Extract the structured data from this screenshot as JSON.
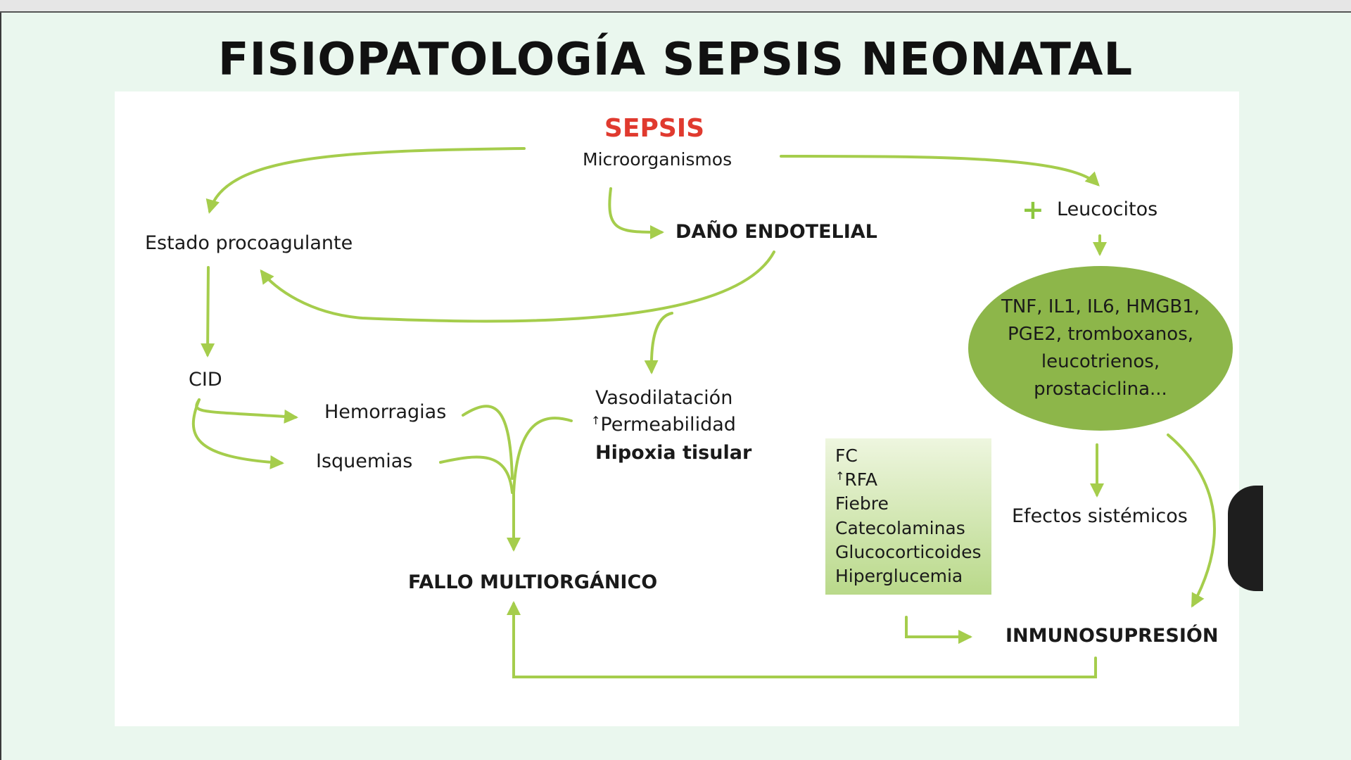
{
  "title": "FISIOPATOLOGÍA SEPSIS NEONATAL",
  "nodes": {
    "sepsis": "SEPSIS",
    "microorganismos": "Microorganismos",
    "dano_endotelial": "DAÑO ENDOTELIAL",
    "leucocitos_sign": "+",
    "leucocitos": "Leucocitos",
    "estado_procoagulante": "Estado procoagulante",
    "cid": "CID",
    "hemorragias": "Hemorragias",
    "isquemias": "Isquemias",
    "vasodilatacion": "Vasodilatación",
    "permeabilidad_arrow": "↑",
    "permeabilidad": "Permeabilidad",
    "hipoxia": "Hipoxia tisular",
    "mediadores": "TNF, IL1, IL6, HMGB1, PGE2, tromboxanos, leucotrienos, prostaciclina...",
    "efectos_sistemicos": "Efectos sistémicos",
    "fallo": "FALLO MULTIORGÁNICO",
    "inmunosupresion": "INMUNOSUPRESIÓN"
  },
  "effects_list": {
    "fc": "FC",
    "rfa_arrow": "↑",
    "rfa": "RFA",
    "fiebre": "Fiebre",
    "catecolaminas": "Catecolaminas",
    "glucocorticoides": "Glucocorticoides",
    "hiperglucemia": "Hiperglucemia"
  },
  "colors": {
    "arrow": "#a5cd4c",
    "ellipse": "#8db64a",
    "sepsis": "#e03a2f"
  }
}
